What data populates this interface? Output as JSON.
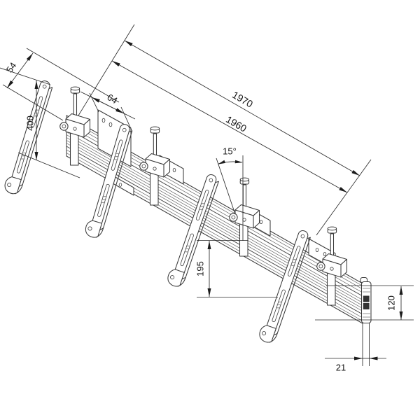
{
  "figure": {
    "kind": "technical-drawing",
    "background": "#ffffff",
    "line_color": "#3a3a3a",
    "dimension_line_color": "#2a2a2a",
    "text_color": "#151515",
    "slot_color": "#333333"
  },
  "dims": {
    "d54": "54",
    "d400": "400",
    "d64": "64",
    "d1970": "1970",
    "d1960": "1960",
    "d15": "15°",
    "d195": "195",
    "d120": "120",
    "d21": "21"
  }
}
